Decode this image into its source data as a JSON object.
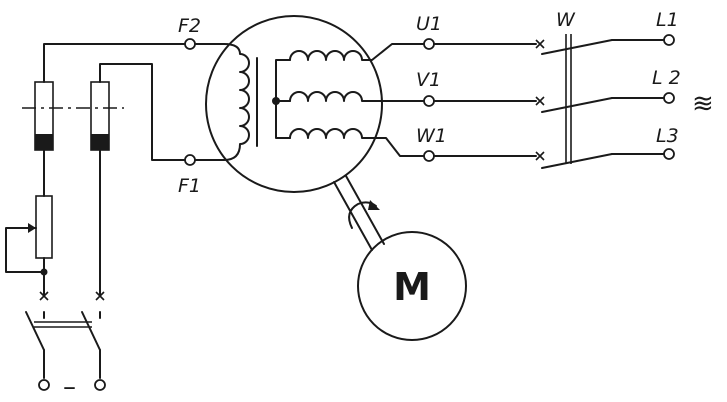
{
  "labels": {
    "f2": "F2",
    "f1": "F1",
    "u1": "U1",
    "v1": "V1",
    "w1": "W1",
    "switch_w": "W",
    "l1": "L1",
    "l2": "L 2",
    "l3": "L3",
    "ac_symbol": "≋",
    "motor": "M",
    "dc_minus": "–"
  }
}
